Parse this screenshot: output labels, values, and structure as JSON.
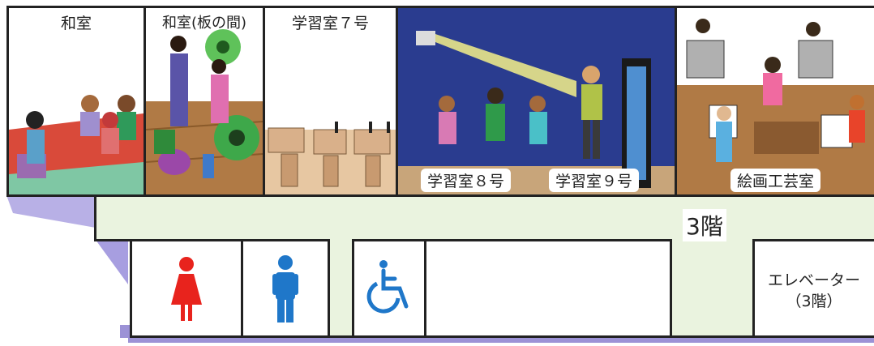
{
  "floor": {
    "label": "3階"
  },
  "rooms": [
    {
      "name": "和室"
    },
    {
      "name": "和室(板の間)"
    },
    {
      "name": "学習室７号"
    },
    {
      "name": "学習室８号"
    },
    {
      "name": "学習室９号"
    },
    {
      "name": "絵画工芸室"
    }
  ],
  "facilities": {
    "womens_restroom": "female-restroom-icon",
    "mens_restroom": "male-restroom-icon",
    "accessible_restroom": "wheelchair-icon",
    "elevator_line1": "エレベーター",
    "elevator_line2": "（3階）"
  },
  "colors": {
    "corridor": "#eaf3df",
    "shadow": "#9c92d6",
    "female": "#e8231d",
    "male": "#1f77c9",
    "accessible": "#1f77c9",
    "stage": "#2a3c8f"
  }
}
